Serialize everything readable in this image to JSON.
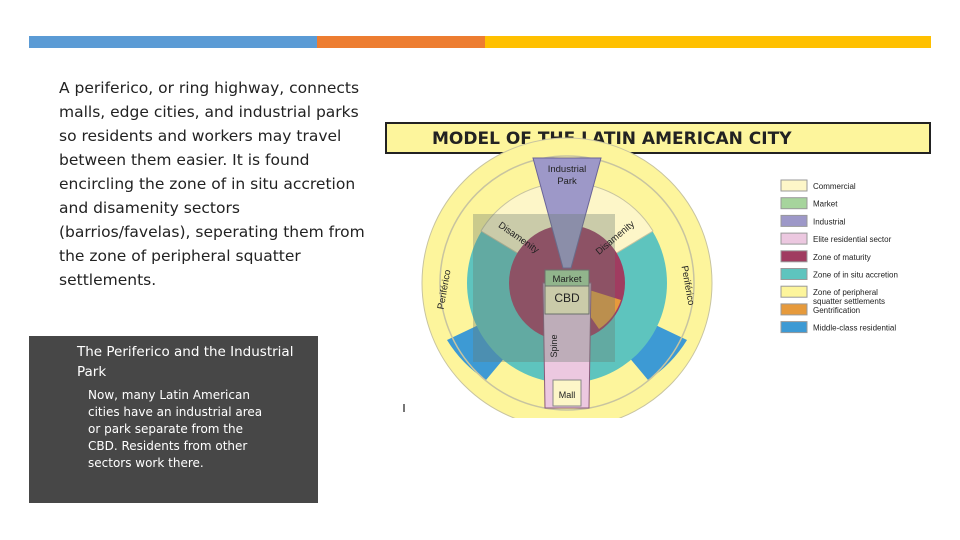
{
  "main_text": "A periferico, or ring highway, connects malls, edge cities, and industrial parks so residents and workers may travel between them easier. It is found encircling the zone of in situ accretion and disamenity sectors (barrios/favelas), seperating them from the zone of peripheral squatter settlements.",
  "callout": {
    "title": "The Periferico and the Industrial Park",
    "body": "Now, many Latin American cities have an industrial area or park separate from the CBD. Residents from other sectors work there."
  },
  "figure": {
    "title": "MODEL OF THE LATIN AMERICAN CITY",
    "labels": {
      "industrial": "Industrial",
      "park": "Park",
      "disamenity": "Disamenity",
      "market": "Market",
      "cbd": "CBD",
      "spine": "Spine",
      "mall": "Mall",
      "periferico": "Periférico"
    },
    "legend": [
      {
        "label": "Commercial",
        "color": "#fdf6c8"
      },
      {
        "label": "Market",
        "color": "#a6d49c"
      },
      {
        "label": "Industrial",
        "color": "#9d98c8"
      },
      {
        "label": "Elite residential sector",
        "color": "#ecc8e0"
      },
      {
        "label": "Zone of maturity",
        "color": "#a03c60"
      },
      {
        "label": "Zone of in situ accretion",
        "color": "#5ec4be"
      },
      {
        "label": "Zone of peripheral",
        "label2": "squatter settlements",
        "color": "#fdf59c"
      },
      {
        "label": "Gentrification",
        "color": "#e69a3c"
      },
      {
        "label": "Middle-class residential",
        "color": "#3d9ad4"
      }
    ]
  }
}
